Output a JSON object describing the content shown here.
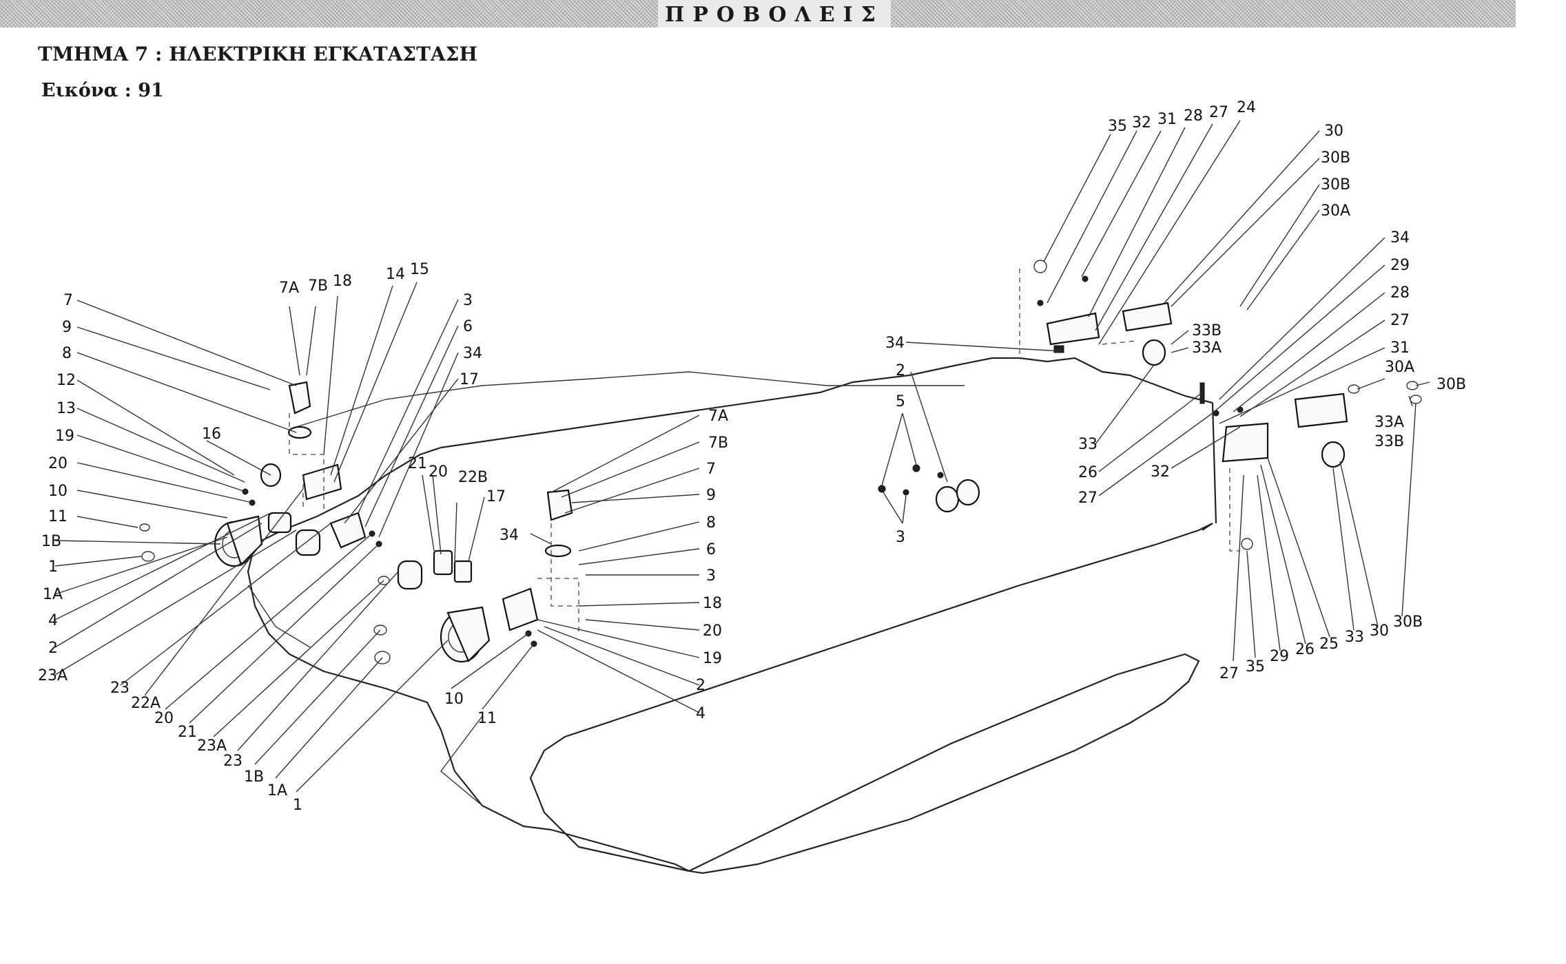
{
  "header": {
    "title": "ΠΡΟΒΟΛΕΙΣ",
    "section": "ΤΜΗΜΑ 7 : ΗΛΕΚΤΡΙΚΗ ΕΓΚΑΤΑΣΤΑΣΗ",
    "figure_label": "Εικόνα :",
    "figure_number": "91"
  },
  "diagram": {
    "subject": "exploded parts diagram of vehicle lighting: front headlamp assemblies and rear lamp assemblies on body outline",
    "callouts": [
      {
        "id": "c1",
        "text": "7"
      },
      {
        "id": "c2",
        "text": "9"
      },
      {
        "id": "c3",
        "text": "8"
      },
      {
        "id": "c4",
        "text": "12"
      },
      {
        "id": "c5",
        "text": "13"
      },
      {
        "id": "c6",
        "text": "19"
      },
      {
        "id": "c7",
        "text": "20"
      },
      {
        "id": "c8",
        "text": "10"
      },
      {
        "id": "c9",
        "text": "11"
      },
      {
        "id": "c10",
        "text": "1B"
      },
      {
        "id": "c11",
        "text": "1"
      },
      {
        "id": "c12",
        "text": "1A"
      },
      {
        "id": "c13",
        "text": "4"
      },
      {
        "id": "c14",
        "text": "2"
      },
      {
        "id": "c15",
        "text": "23A"
      },
      {
        "id": "c16",
        "text": "23"
      },
      {
        "id": "c17",
        "text": "22A"
      },
      {
        "id": "c18",
        "text": "20"
      },
      {
        "id": "c19",
        "text": "21"
      },
      {
        "id": "c20",
        "text": "23A"
      },
      {
        "id": "c21",
        "text": "23"
      },
      {
        "id": "c22",
        "text": "1B"
      },
      {
        "id": "c23",
        "text": "1A"
      },
      {
        "id": "c24",
        "text": "1"
      },
      {
        "id": "c25",
        "text": "7A"
      },
      {
        "id": "c26",
        "text": "7B"
      },
      {
        "id": "c27",
        "text": "18"
      },
      {
        "id": "c28",
        "text": "14"
      },
      {
        "id": "c29",
        "text": "15"
      },
      {
        "id": "c30",
        "text": "16"
      },
      {
        "id": "c31",
        "text": "3"
      },
      {
        "id": "c32",
        "text": "6"
      },
      {
        "id": "c33",
        "text": "34"
      },
      {
        "id": "c34",
        "text": "17"
      },
      {
        "id": "c35",
        "text": "21"
      },
      {
        "id": "c36",
        "text": "20"
      },
      {
        "id": "c37",
        "text": "22B"
      },
      {
        "id": "c38",
        "text": "17"
      },
      {
        "id": "c39",
        "text": "7A"
      },
      {
        "id": "c40",
        "text": "7B"
      },
      {
        "id": "c41",
        "text": "7"
      },
      {
        "id": "c42",
        "text": "9"
      },
      {
        "id": "c43",
        "text": "34"
      },
      {
        "id": "c44",
        "text": "8"
      },
      {
        "id": "c45",
        "text": "6"
      },
      {
        "id": "c46",
        "text": "3"
      },
      {
        "id": "c47",
        "text": "18"
      },
      {
        "id": "c48",
        "text": "20"
      },
      {
        "id": "c49",
        "text": "19"
      },
      {
        "id": "c50",
        "text": "2"
      },
      {
        "id": "c51",
        "text": "4"
      },
      {
        "id": "c52",
        "text": "10"
      },
      {
        "id": "c53",
        "text": "11"
      },
      {
        "id": "c54",
        "text": "34"
      },
      {
        "id": "c55",
        "text": "2"
      },
      {
        "id": "c56",
        "text": "5"
      },
      {
        "id": "c57",
        "text": "3"
      },
      {
        "id": "c58",
        "text": "35"
      },
      {
        "id": "c59",
        "text": "32"
      },
      {
        "id": "c60",
        "text": "31"
      },
      {
        "id": "c61",
        "text": "28"
      },
      {
        "id": "c62",
        "text": "27"
      },
      {
        "id": "c63",
        "text": "24"
      },
      {
        "id": "c64",
        "text": "30"
      },
      {
        "id": "c65",
        "text": "30B"
      },
      {
        "id": "c66",
        "text": "30B"
      },
      {
        "id": "c67",
        "text": "30A"
      },
      {
        "id": "c68",
        "text": "33B"
      },
      {
        "id": "c69",
        "text": "33A"
      },
      {
        "id": "c70",
        "text": "34"
      },
      {
        "id": "c71",
        "text": "29"
      },
      {
        "id": "c72",
        "text": "28"
      },
      {
        "id": "c73",
        "text": "27"
      },
      {
        "id": "c74",
        "text": "31"
      },
      {
        "id": "c75",
        "text": "30A"
      },
      {
        "id": "c76",
        "text": "30B"
      },
      {
        "id": "c77",
        "text": "33A"
      },
      {
        "id": "c78",
        "text": "33B"
      },
      {
        "id": "c79",
        "text": "33"
      },
      {
        "id": "c80",
        "text": "26"
      },
      {
        "id": "c81",
        "text": "27"
      },
      {
        "id": "c82",
        "text": "32"
      },
      {
        "id": "c83",
        "text": "27"
      },
      {
        "id": "c84",
        "text": "35"
      },
      {
        "id": "c85",
        "text": "29"
      },
      {
        "id": "c86",
        "text": "26"
      },
      {
        "id": "c87",
        "text": "25"
      },
      {
        "id": "c88",
        "text": "33"
      },
      {
        "id": "c89",
        "text": "30"
      },
      {
        "id": "c90",
        "text": "30B"
      }
    ]
  }
}
